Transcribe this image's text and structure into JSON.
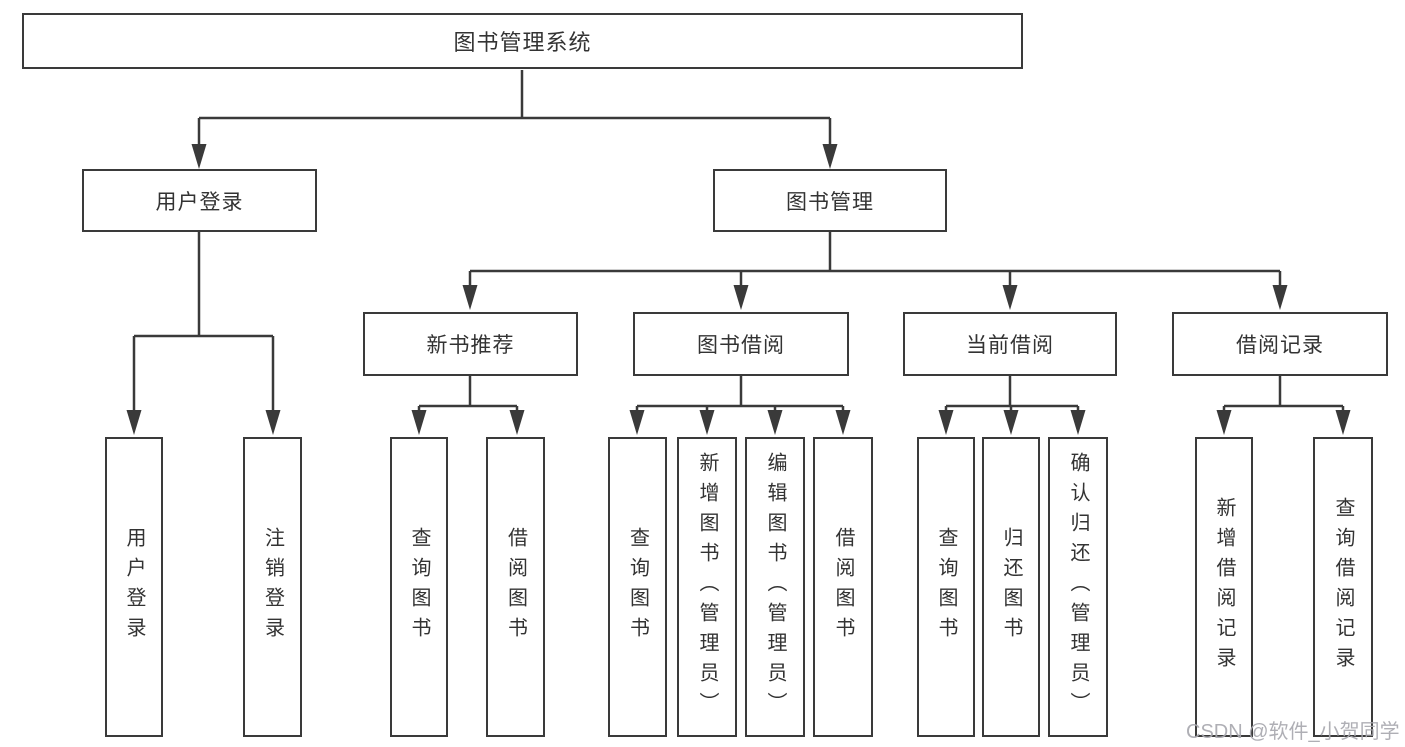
{
  "tree": {
    "root": {
      "label": "图书管理系统",
      "children": [
        {
          "label": "用户登录",
          "children": [
            {
              "label": "用户登录"
            },
            {
              "label": "注销登录"
            }
          ]
        },
        {
          "label": "图书管理",
          "children": [
            {
              "label": "新书推荐",
              "children": [
                {
                  "label": "查询图书"
                },
                {
                  "label": "借阅图书"
                }
              ]
            },
            {
              "label": "图书借阅",
              "children": [
                {
                  "label": "查询图书"
                },
                {
                  "label": "新增图书（管理员）"
                },
                {
                  "label": "编辑图书（管理员）"
                },
                {
                  "label": "借阅图书"
                }
              ]
            },
            {
              "label": "当前借阅",
              "children": [
                {
                  "label": "查询图书"
                },
                {
                  "label": "归还图书"
                },
                {
                  "label": "确认归还（管理员）"
                }
              ]
            },
            {
              "label": "借阅记录",
              "children": [
                {
                  "label": "新增借阅记录"
                },
                {
                  "label": "查询借阅记录"
                }
              ]
            }
          ]
        }
      ]
    }
  },
  "watermark": {
    "text": "CSDN @软件_小贺同学"
  },
  "colors": {
    "line": "#3a3a3a",
    "box_background": "#ffffff",
    "label_text": "#333333",
    "watermark_text": "#a8a8af"
  }
}
